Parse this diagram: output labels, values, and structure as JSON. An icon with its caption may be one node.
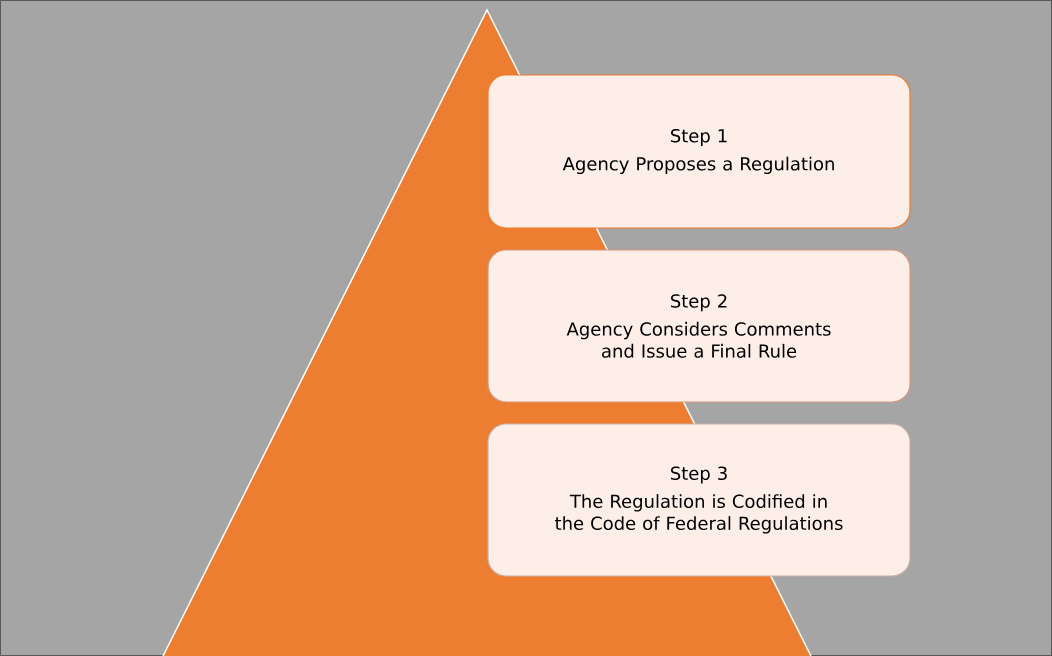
{
  "diagram": {
    "nodes": [
      {
        "text": [
          "Step 1",
          "Agency Proposes a Regulation"
        ]
      },
      {
        "text": [
          "Step 2",
          "Agency Considers Comments and Issue a Final Rule"
        ]
      },
      {
        "text": [
          "Step 3",
          "The Regulation is Codified in the Code of Federal Regulations"
        ]
      }
    ]
  }
}
